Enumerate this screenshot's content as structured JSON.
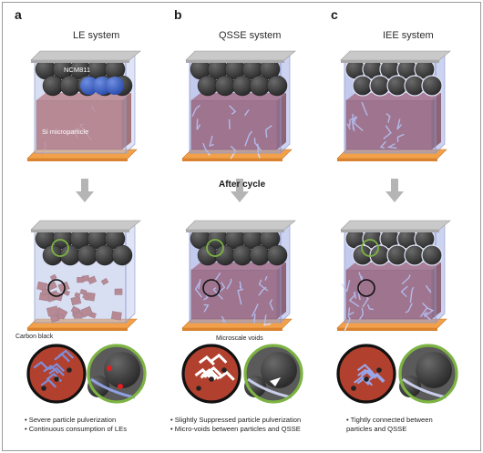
{
  "panels": [
    {
      "letter": "a",
      "title": "LE system",
      "bullets": [
        "• Severe particle pulverization",
        "• Continuous consumption of LEs"
      ]
    },
    {
      "letter": "b",
      "title": "QSSE system",
      "bullets": [
        "• Slightly Suppressed particle pulverization",
        "• Micro-voids between particles and QSSE"
      ]
    },
    {
      "letter": "c",
      "title": "IEE system",
      "bullets": [
        "• Tightly connected between",
        "   particles and QSSE"
      ]
    }
  ],
  "labels": {
    "after_cycle": "After cycle",
    "cathode": "NCM811",
    "anode": "Si microparticle",
    "carbon": "Carbon black",
    "voids": "Microscale voids"
  },
  "colors": {
    "electrolyte_liquid": "#b9c4ea",
    "electrolyte_gel": "#8f9ee0",
    "silicon": "#b2402e",
    "ncm_particle": "#2b2b2b",
    "current_collector": "#f2a14a",
    "top_plate": "#c9c9c9",
    "zoom_ring_green": "#7cb342",
    "arrow_gray": "#b5b5b5"
  }
}
